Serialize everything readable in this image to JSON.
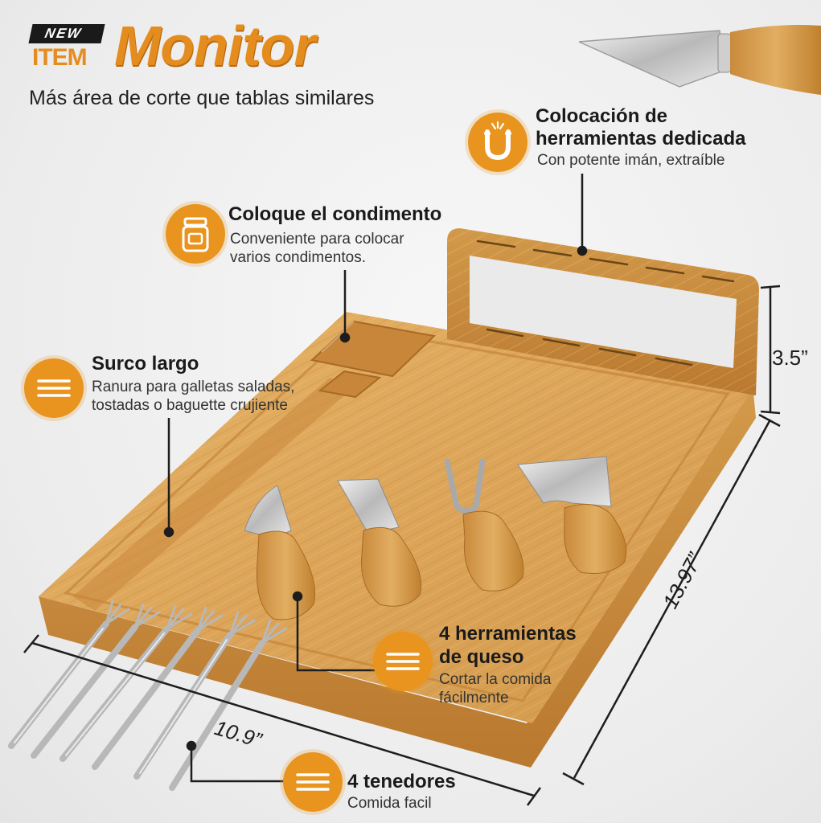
{
  "header": {
    "badge_new": "NEW",
    "badge_item": "ITEM",
    "title": "Monitor",
    "subtitle": "Más área de corte que tablas similares"
  },
  "callouts": {
    "tools_holder": {
      "title_line1": "Colocación de",
      "title_line2": "herramientas dedicada",
      "desc": "Con potente imán, extraíble",
      "icon": "magnet-icon"
    },
    "condiment": {
      "title": "Coloque el condimento",
      "desc_line1": "Conveniente para colocar",
      "desc_line2": "varios condimentos.",
      "icon": "jar-icon"
    },
    "groove": {
      "title": "Surco largo",
      "desc_line1": "Ranura para galletas saladas,",
      "desc_line2": "tostadas o baguette crujiente",
      "icon": "lines-icon"
    },
    "cheese_tools": {
      "title_line1": "4 herramientas",
      "title_line2": "de queso",
      "desc_line1": "Cortar la comida",
      "desc_line2": "fácilmente",
      "icon": "lines-icon"
    },
    "forks": {
      "title": "4 tenedores",
      "desc": "Comida facil",
      "icon": "lines-icon"
    }
  },
  "dimensions": {
    "height": "3.5”",
    "length": "13.97”",
    "width": "10.9”"
  },
  "colors": {
    "accent": "#e8941f",
    "title_orange": "#e58c1f",
    "bamboo_light": "#e2ad5e",
    "bamboo_dark": "#c7883a"
  }
}
